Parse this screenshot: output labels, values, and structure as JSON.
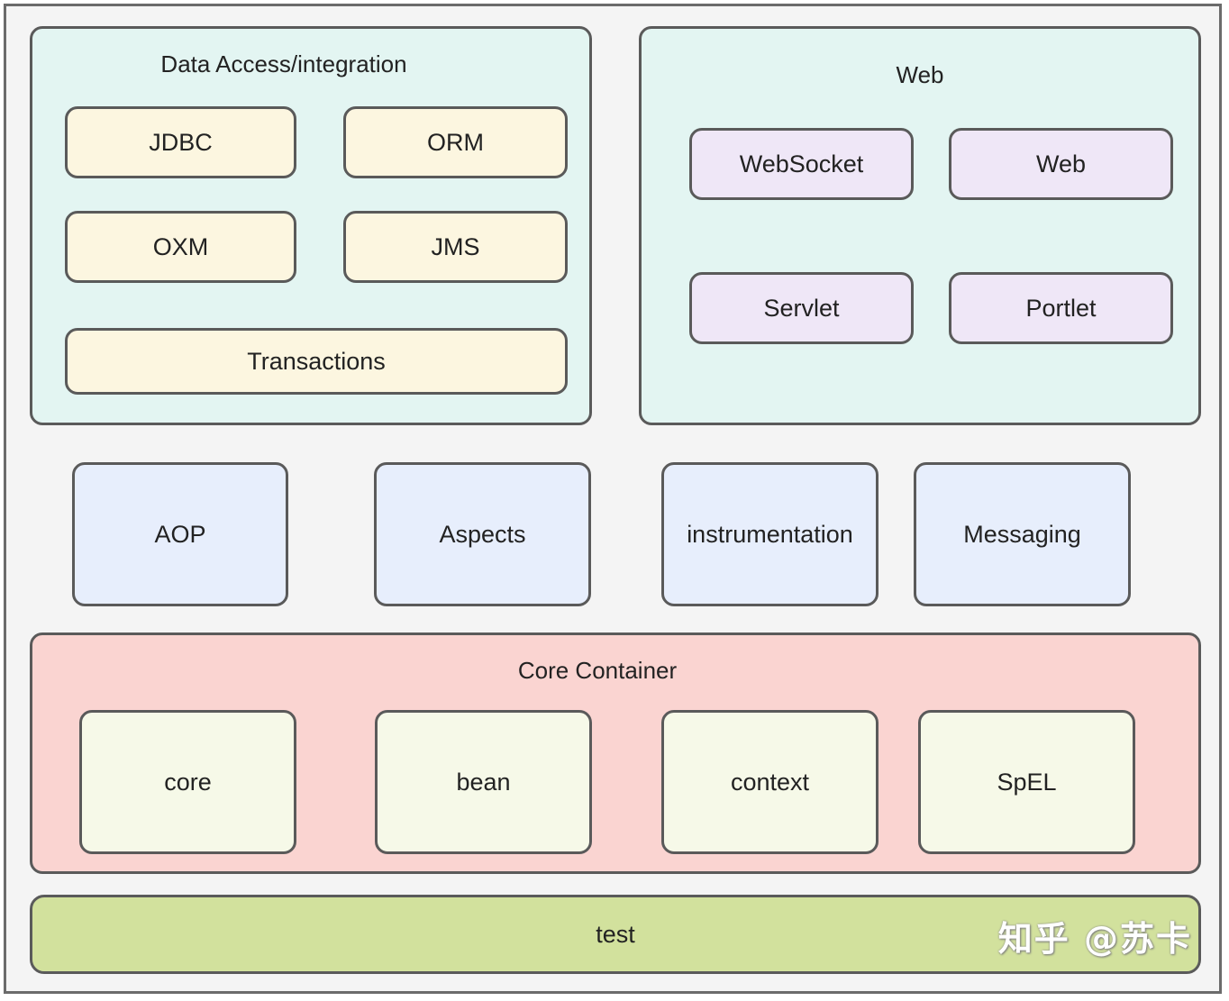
{
  "data_access": {
    "title": "Data Access/integration",
    "items": [
      "JDBC",
      "ORM",
      "OXM",
      "JMS"
    ],
    "transactions": "Transactions"
  },
  "web": {
    "title": "Web",
    "items": [
      "WebSocket",
      "Web",
      "Servlet",
      "Portlet"
    ]
  },
  "middle": {
    "items": [
      "AOP",
      "Aspects",
      "instrumentation",
      "Messaging"
    ]
  },
  "core_container": {
    "title": "Core Container",
    "items": [
      "core",
      "bean",
      "context",
      "SpEL"
    ]
  },
  "test": {
    "label": "test"
  },
  "watermark": "知乎 @苏卡",
  "colors": {
    "group_bg": "#e3f5f2",
    "data_item_bg": "#fcf6e0",
    "web_item_bg": "#efe7f7",
    "middle_item_bg": "#e7eefc",
    "core_group_bg": "#fad4d1",
    "core_item_bg": "#f6f9e8",
    "test_bg": "#d2e19d"
  }
}
